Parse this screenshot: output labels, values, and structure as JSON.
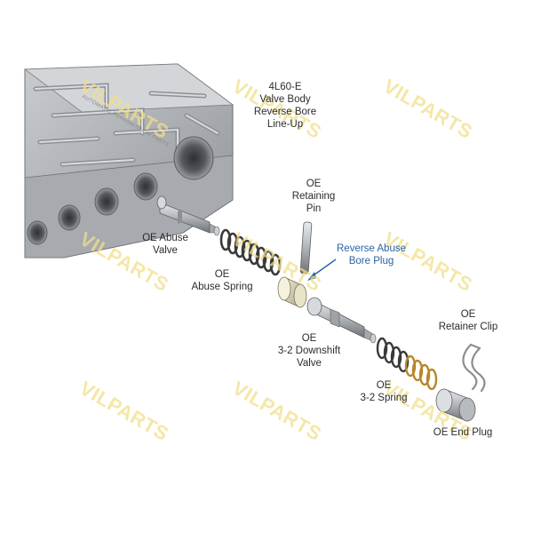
{
  "title": {
    "line1": "4L60-E",
    "line2": "Valve Body",
    "line3": "Reverse Bore",
    "line4": "Line-Up"
  },
  "labels": {
    "oe_retaining_pin": {
      "line1": "OE",
      "line2": "Retaining",
      "line3": "Pin"
    },
    "oe_abuse_valve": {
      "line1": "OE Abuse",
      "line2": "Valve"
    },
    "reverse_abuse_bore_plug": {
      "line1": "Reverse Abuse",
      "line2": "Bore Plug"
    },
    "oe_abuse_spring": {
      "line1": "OE",
      "line2": "Abuse Spring"
    },
    "oe_retainer_clip": {
      "line1": "OE",
      "line2": "Retainer Clip"
    },
    "oe_3_2_downshift_valve": {
      "line1": "OE",
      "line2": "3-2 Downshift",
      "line3": "Valve"
    },
    "oe_3_2_spring": {
      "line1": "OE",
      "line2": "3-2 Spring"
    },
    "oe_end_plug": {
      "line1": "OE End Plug"
    }
  },
  "watermark": {
    "text": "VILPARTS",
    "subtext": "AUTOMATIC TRANSMISSION PARTS",
    "color": "#f1df8c"
  },
  "colors": {
    "highlight_label": "#2a63a8",
    "text": "#2b2b2b",
    "metal": "#b9bcbf",
    "spring_dark": "#3a3a3a",
    "spring_gold": "#b8862c"
  }
}
